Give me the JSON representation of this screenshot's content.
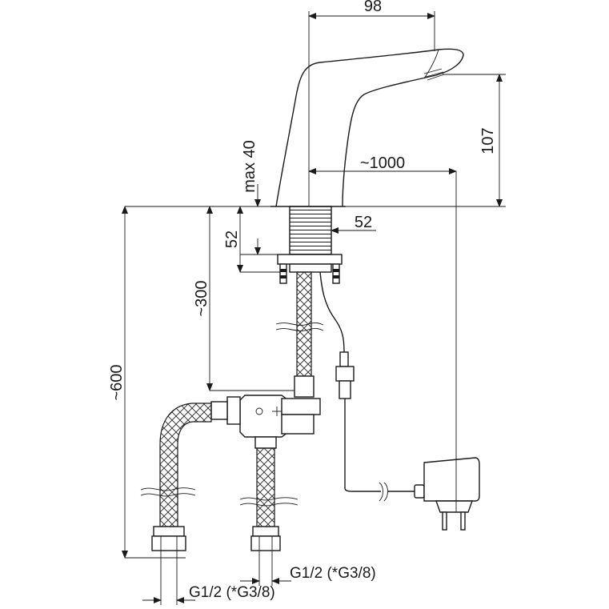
{
  "dimensions": {
    "spout_reach": "98",
    "spout_height": "107",
    "cable_length": "~1000",
    "max_thickness": "max 40",
    "shank_diameter": "52",
    "shank_length": "52",
    "hose_to_valve": "~300",
    "hose_length": "~600",
    "thread_right": "G1/2 (*G3/8)",
    "thread_left": "G1/2 (*G3/8)"
  }
}
